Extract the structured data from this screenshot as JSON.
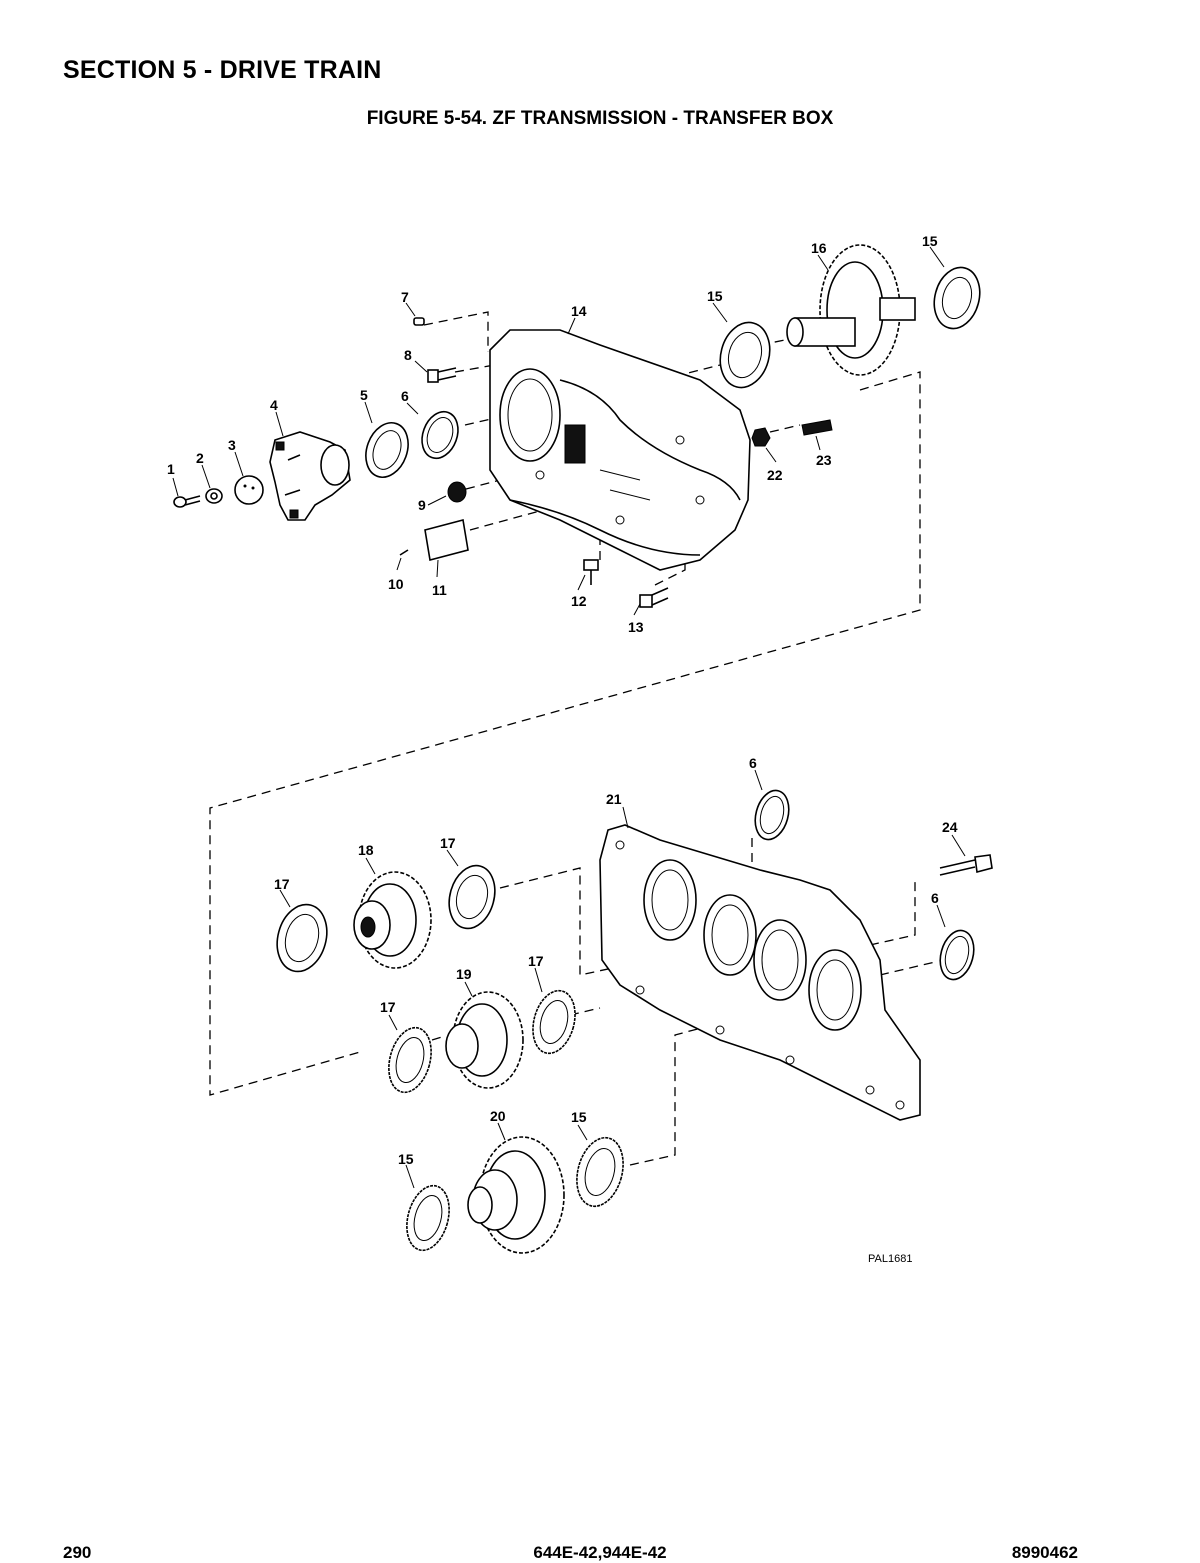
{
  "header": {
    "section_title": "SECTION 5 - DRIVE TRAIN",
    "figure_title": "FIGURE 5-54. ZF TRANSMISSION - TRANSFER BOX"
  },
  "diagram": {
    "image_code": "PAL1681",
    "callouts": [
      "1",
      "2",
      "3",
      "4",
      "5",
      "6",
      "7",
      "8",
      "9",
      "10",
      "11",
      "12",
      "13",
      "14",
      "15",
      "16",
      "17",
      "18",
      "19",
      "20",
      "21",
      "22",
      "23",
      "24"
    ]
  },
  "footer": {
    "page_number": "290",
    "model": "644E-42,944E-42",
    "doc_number": "8990462"
  }
}
